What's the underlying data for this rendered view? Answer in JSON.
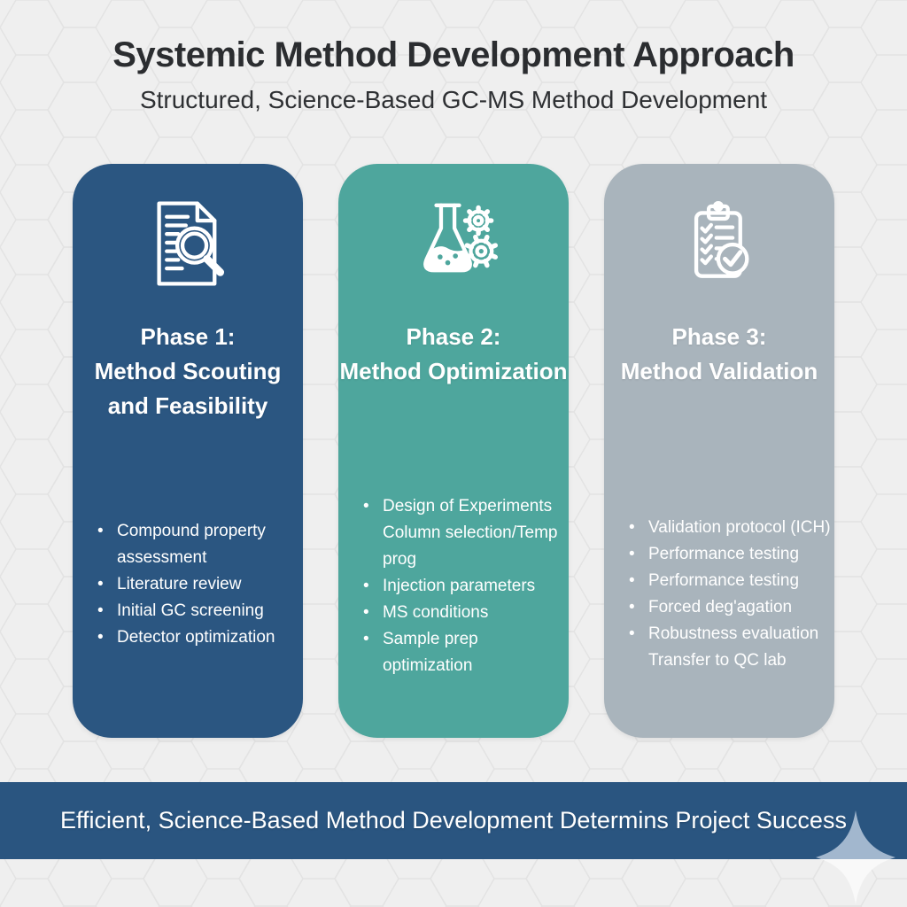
{
  "header": {
    "title": "Systemic Method Development Approach",
    "subtitle": "Structured, Science-Based GC-MS Method Development"
  },
  "phases": [
    {
      "icon": "document-search-icon",
      "title": "Phase 1:\nMethod Scouting\nand Feasibility",
      "color": "#2b5681",
      "bullets": [
        "Compound property assessment",
        "Literature review",
        "Initial GC screening",
        "Detector optimization"
      ]
    },
    {
      "icon": "flask-gears-icon",
      "title": "Phase 2:\nMethod Optimization",
      "color": "#4ea69d",
      "bullets": [
        "Design of Experiments Column selection/Temp prog",
        "Injection parameters",
        "MS conditions",
        "Sample prep optimization"
      ]
    },
    {
      "icon": "clipboard-check-icon",
      "title": "Phase 3:\nMethod Validation",
      "color": "#a9b4bc",
      "bullets": [
        "Validation protocol (ICH)",
        "Performance testing",
        "Performance testing",
        "Forced deg'agation",
        "Robustness evaluation Transfer to QC lab"
      ]
    }
  ],
  "footer": {
    "text": "Efficient, Science-Based Method Development Determins Project Success"
  },
  "colors": {
    "background": "#efefef",
    "hex_line": "#e3e3e3",
    "band": "#2a5580",
    "phase1_blue": "#2b5681",
    "phase2_teal": "#4ea69d",
    "phase3_gray": "#a9b4bc",
    "sparkle_top": "#a2b7ce",
    "sparkle_bottom": "#f9f9f9",
    "title_text": "#2b2d30",
    "card_text": "#ffffff"
  }
}
